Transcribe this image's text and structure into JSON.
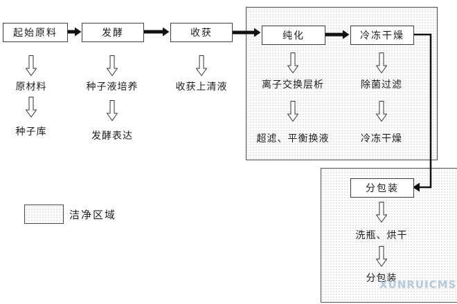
{
  "flow": {
    "boxes": {
      "start": "起始原料",
      "ferment": "发酵",
      "harvest": "收获",
      "purify": "纯化",
      "freeze_dry": "冷冻干燥",
      "packaging": "分包装"
    },
    "sub_steps": {
      "start": [
        "原材料",
        "种子库"
      ],
      "ferment": [
        "种子液培养",
        "发酵表达"
      ],
      "harvest": [
        "收获上清液"
      ],
      "purify": [
        "离子交换层析",
        "超滤、平衡换液"
      ],
      "freeze_dry": [
        "除菌过滤",
        "冷冻干燥"
      ],
      "packaging": [
        "洗瓶、烘干",
        "分包装"
      ]
    }
  },
  "legend": {
    "label": "洁净区域"
  },
  "watermark": {
    "text": "XUNRUICMS"
  },
  "colors": {
    "line": "#111111",
    "watermark": "#a9c2d6"
  }
}
